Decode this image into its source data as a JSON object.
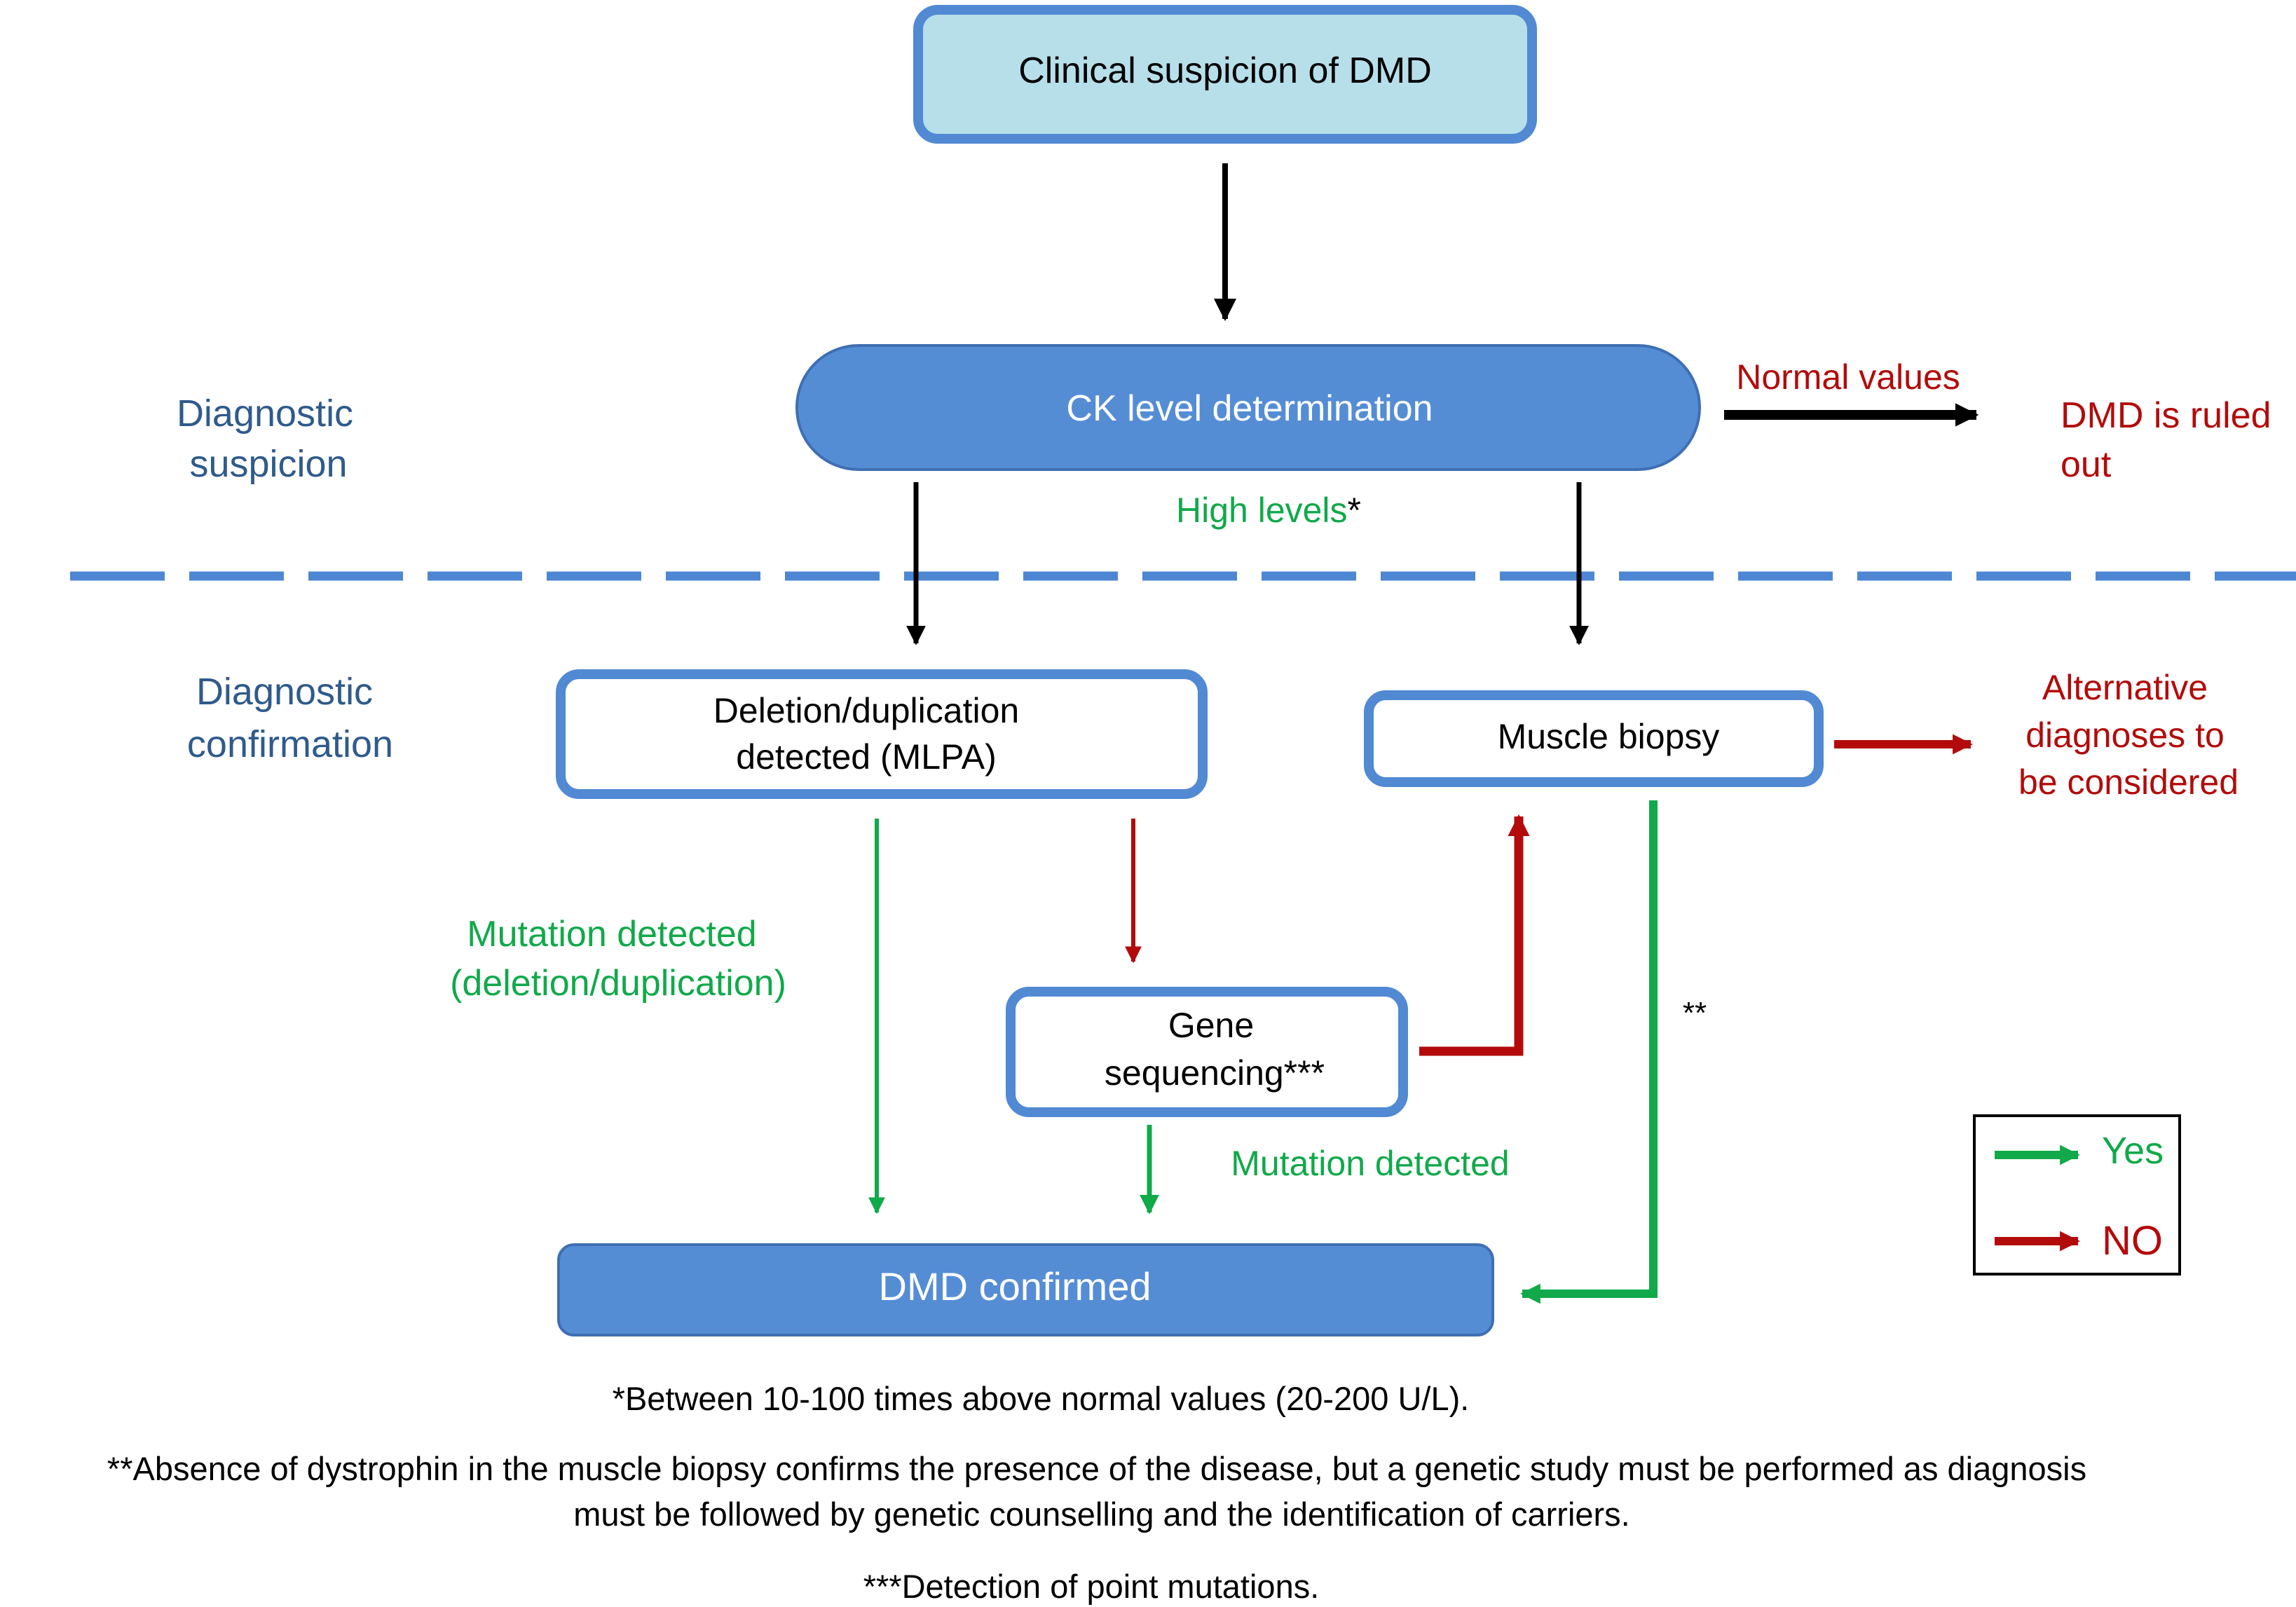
{
  "colors": {
    "box_border": "#5189d3",
    "box_fill_light": "#b7dfea",
    "box_fill_solid": "#558dd5",
    "section_label": "#2f5a8c",
    "yes_green": "#11a94a",
    "no_red": "#b30b0b",
    "arrow_black": "#000000",
    "divider_blue": "#4d87d4"
  },
  "sections": {
    "suspicion": [
      "Diagnostic",
      "suspicion"
    ],
    "confirmation": [
      "Diagnostic",
      "confirmation"
    ]
  },
  "nodes": {
    "clinical_suspicion": "Clinical suspicion of DMD",
    "ck_level": "CK level determination",
    "deletion_duplication": [
      "Deletion/duplication",
      "detected (MLPA)"
    ],
    "muscle_biopsy": "Muscle biopsy",
    "gene_sequencing": [
      "Gene",
      "sequencing***"
    ],
    "dmd_confirmed": "DMD confirmed"
  },
  "outcomes": {
    "ruled_out": [
      "DMD is ruled",
      "out"
    ],
    "alternative": [
      "Alternative",
      "diagnoses to",
      "be considered"
    ]
  },
  "edge_labels": {
    "normal_values": "Normal values",
    "high_levels": "High levels",
    "high_levels_mark": "*",
    "mutation_del_dup": [
      "Mutation detected",
      "(deletion/duplication)"
    ],
    "mutation_detected": "Mutation detected",
    "biopsy_note_mark": "**"
  },
  "legend": {
    "yes": "Yes",
    "no": "NO"
  },
  "footnotes": {
    "one": "*Between 10-100 times above normal values (20-200 U/L).",
    "two": [
      "**Absence of dystrophin in the muscle biopsy confirms the presence of the disease, but a genetic study must be performed as diagnosis",
      "must be followed by genetic counselling and the identification of carriers."
    ],
    "three": "***Detection of point mutations."
  }
}
